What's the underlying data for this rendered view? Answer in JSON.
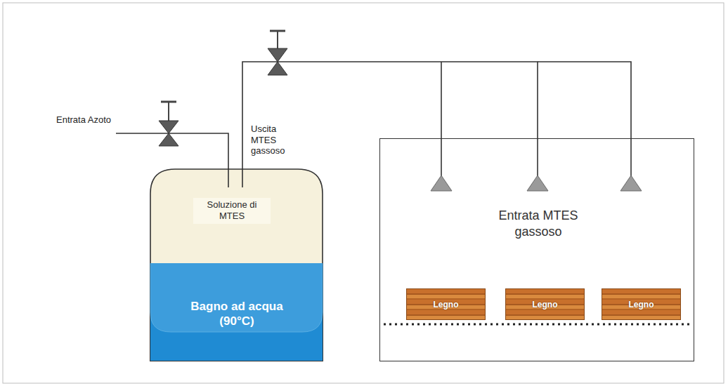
{
  "diagram": {
    "nodes": [
      {
        "text": [
          "Soluzione di MTES"
        ]
      },
      {
        "text": [
          "Bagno ad acqua (90°C)"
        ]
      },
      {
        "text": [
          "Entrata MTES gassoso"
        ]
      },
      {
        "text": [
          "Legno"
        ],
        "in": 2
      },
      {
        "text": [
          "Legno"
        ],
        "in": 2
      },
      {
        "text": [
          "Legno"
        ],
        "in": 2
      }
    ],
    "edges": [
      {
        "from": 0,
        "to": 2,
        "arrow": "none"
      }
    ],
    "labels": [
      "Entrata Azoto",
      "Uscita MTES gassoso"
    ]
  }
}
